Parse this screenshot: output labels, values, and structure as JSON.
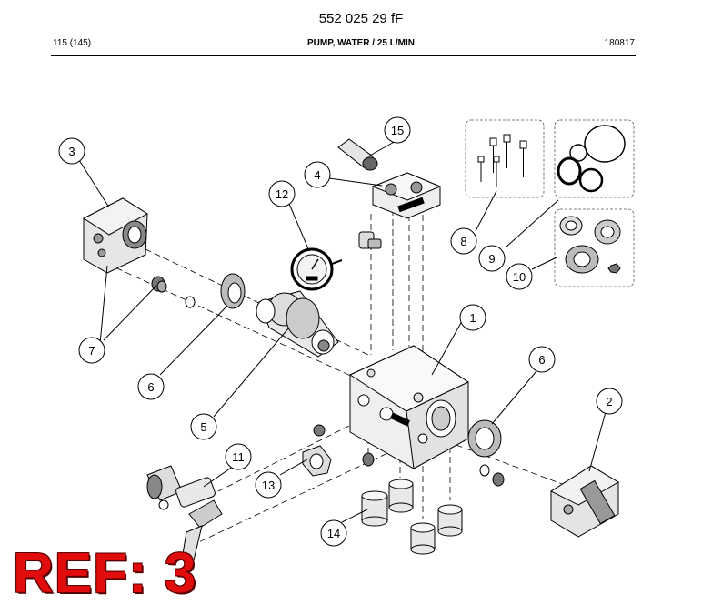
{
  "header": {
    "doc_code": "552 025 29 fF",
    "page_ref": "115 (145)",
    "part_title": "PUMP, WATER / 25 L/MIN",
    "date_code": "180817"
  },
  "callouts": [
    "1",
    "2",
    "3",
    "4",
    "5",
    "6",
    "6",
    "7",
    "8",
    "9",
    "10",
    "11",
    "12",
    "13",
    "14",
    "15"
  ],
  "stamp": {
    "text": "REF: 3",
    "color": "#e10d0d"
  }
}
